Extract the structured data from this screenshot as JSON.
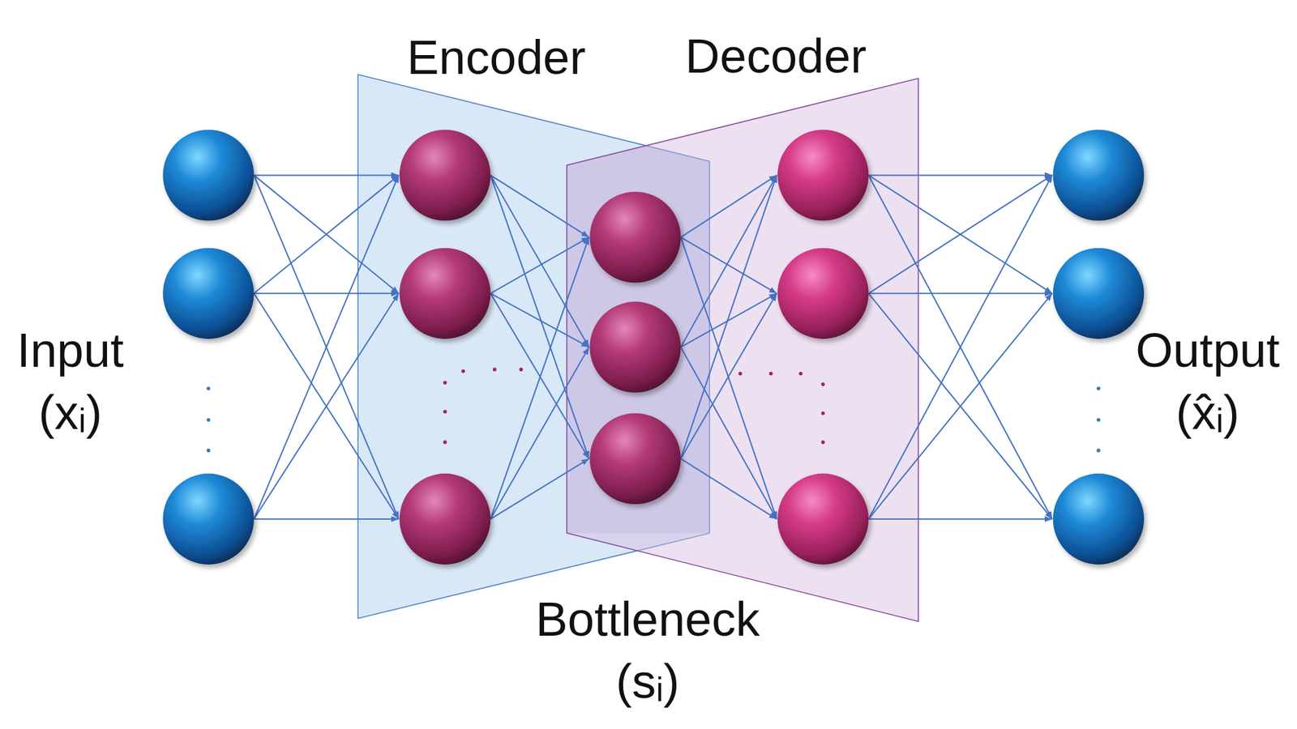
{
  "diagram": {
    "nodes": [
      {
        "text": [
          "Encoder"
        ]
      },
      {
        "text": [
          "Decoder"
        ]
      },
      {
        "text": [
          "Bottleneck (sᵢ)"
        ]
      }
    ],
    "labels": [
      "Input (xᵢ)",
      "Output (x̂ᵢ)"
    ]
  }
}
